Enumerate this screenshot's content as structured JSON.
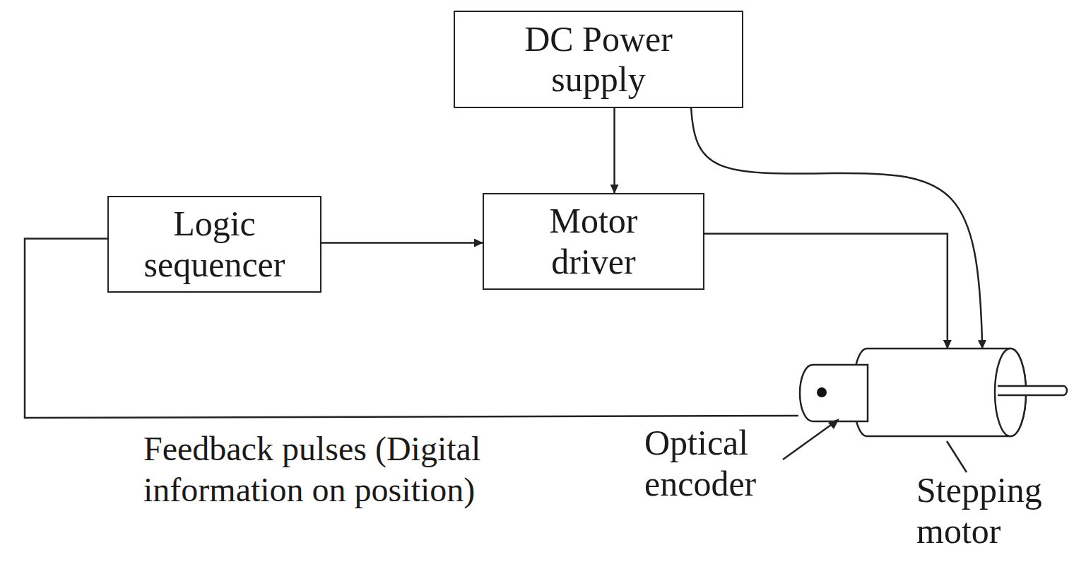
{
  "diagram": {
    "nodes": [
      {
        "text": [
          "DC Power supply"
        ]
      },
      {
        "text": [
          "Logic sequencer"
        ]
      },
      {
        "text": [
          "Motor driver"
        ]
      },
      {
        "text": [
          "Optical encoder"
        ]
      },
      {
        "text": [
          "Stepping motor"
        ]
      }
    ],
    "edges": [
      {
        "from": 1,
        "to": 2,
        "arrow": "to"
      },
      {
        "from": 0,
        "to": 2,
        "arrow": "to"
      },
      {
        "from": 2,
        "to": 4,
        "arrow": "to"
      },
      {
        "from": 0,
        "to": 4,
        "arrow": "to"
      },
      {
        "from": 3,
        "to": 1,
        "arrow": "none",
        "label": "Feedback pulses (Digital information on position)"
      }
    ]
  }
}
